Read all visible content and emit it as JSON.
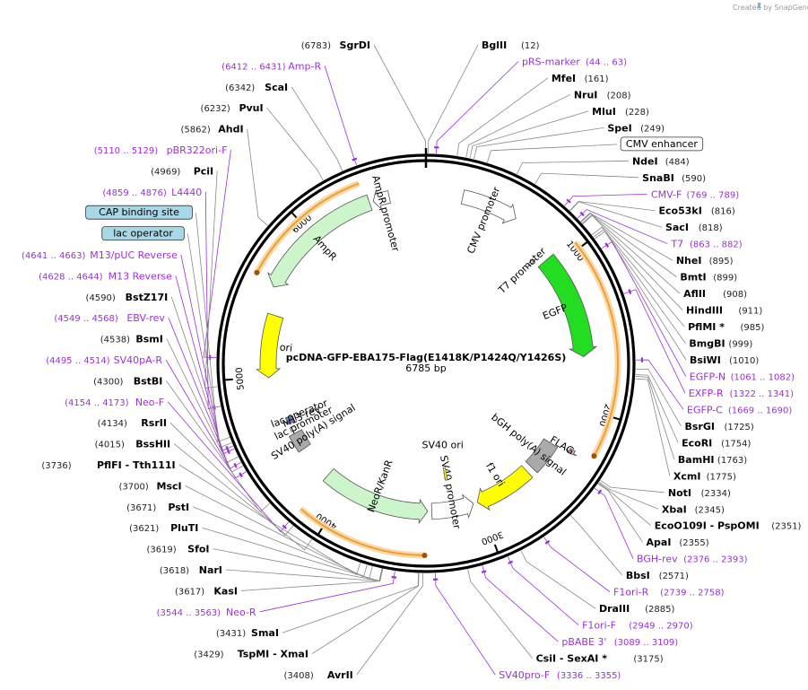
{
  "credit": "Created by SnapGene",
  "plasmid": {
    "name": "pcDNA-GFP-EBA175-Flag(E1418K/P1424Q/Y1426S)",
    "length_label": "6785 bp",
    "length": 6785
  },
  "ticks": [
    {
      "pos": 1000,
      "label": "1000"
    },
    {
      "pos": 2000,
      "label": "2000"
    },
    {
      "pos": 3000,
      "label": "3000"
    },
    {
      "pos": 4000,
      "label": "4000"
    },
    {
      "pos": 5000,
      "label": "5000"
    },
    {
      "pos": 6000,
      "label": "6000"
    }
  ],
  "features": [
    {
      "name": "AmpR promoter",
      "start": 6445,
      "end": 6550,
      "color": "#ffffff",
      "dir": -1,
      "ring": 190,
      "w": 14
    },
    {
      "name": "AmpR",
      "start": 5590,
      "end": 6420,
      "color": "#ccf5cc",
      "dir": -1,
      "ring": 190,
      "w": 18
    },
    {
      "name": "ori",
      "start": 4990,
      "end": 5420,
      "color": "#ffff00",
      "dir": -1,
      "ring": 176,
      "w": 18
    },
    {
      "name": "CMV promoter",
      "start": 235,
      "end": 600,
      "color": "#ffffff",
      "dir": 1,
      "ring": 190,
      "w": 16
    },
    {
      "name": "T7 promoter",
      "start": 863,
      "end": 882,
      "color": "#ffffff",
      "dir": 1,
      "ring": 162,
      "w": 6
    },
    {
      "name": "EGFP",
      "start": 930,
      "end": 1650,
      "color": "#22dd22",
      "dir": 1,
      "ring": 176,
      "w": 22
    },
    {
      "name": "FLAG",
      "start": 2270,
      "end": 2300,
      "color": "#e8a0b8",
      "dir": 1,
      "ring": 190,
      "w": 6
    },
    {
      "name": "bGH poly(A) signal",
      "start": 2310,
      "end": 2535,
      "color": "#aaaaaa",
      "dir": 0,
      "ring": 165,
      "w": 18
    },
    {
      "name": "f1 ori",
      "start": 2580,
      "end": 3010,
      "color": "#ffff00",
      "dir": 1,
      "ring": 165,
      "w": 18
    },
    {
      "name": "SV40 promoter",
      "start": 3040,
      "end": 3350,
      "color": "#ffffff",
      "dir": -1,
      "ring": 165,
      "w": 18
    },
    {
      "name": "SV40 ori",
      "start": 3195,
      "end": 3215,
      "color": "#ffff00",
      "dir": 0,
      "ring": 125,
      "w": 14
    },
    {
      "name": "NeoR/KanR",
      "start": 3380,
      "end": 4170,
      "color": "#ccf5cc",
      "dir": -1,
      "ring": 165,
      "w": 18
    },
    {
      "name": "SV40 poly(A) signal",
      "start": 4430,
      "end": 4560,
      "color": "#aaaaaa",
      "dir": 0,
      "ring": 165,
      "w": 16
    },
    {
      "name": "lac promoter",
      "start": 4580,
      "end": 4610,
      "color": "#ffffff",
      "dir": 0,
      "ring": 165,
      "w": 6
    },
    {
      "name": "M13 rev",
      "start": 4640,
      "end": 4660,
      "color": "#b050ff",
      "dir": 0,
      "ring": 165,
      "w": 8
    },
    {
      "name": "lac operator",
      "start": 4665,
      "end": 4690,
      "color": "#3aa0b0",
      "dir": 0,
      "ring": 165,
      "w": 6
    }
  ],
  "orfs": [
    {
      "start": 5620,
      "end": 6400,
      "dir": -1
    },
    {
      "start": 960,
      "end": 2240,
      "dir": 1
    },
    {
      "start": 3400,
      "end": 4160,
      "dir": -1
    }
  ],
  "labels": [
    {
      "kind": "enzyme",
      "name": "BglII",
      "pos_text": "(12)",
      "site": 12
    },
    {
      "kind": "primer",
      "name": "pRS-marker",
      "pos_text": "(44 .. 63)",
      "site": 53
    },
    {
      "kind": "enzyme",
      "name": "MfeI",
      "pos_text": "(161)",
      "site": 161
    },
    {
      "kind": "enzyme",
      "name": "NruI",
      "pos_text": "(208)",
      "site": 208
    },
    {
      "kind": "enzyme",
      "name": "MluI",
      "pos_text": "(228)",
      "site": 228
    },
    {
      "kind": "enzyme",
      "name": "SpeI",
      "pos_text": "(249)",
      "site": 249
    },
    {
      "kind": "boxed",
      "name": "CMV enhancer",
      "pos_text": "",
      "site": 320
    },
    {
      "kind": "enzyme",
      "name": "NdeI",
      "pos_text": "(484)",
      "site": 484
    },
    {
      "kind": "enzyme",
      "name": "SnaBI",
      "pos_text": "(590)",
      "site": 590
    },
    {
      "kind": "primer",
      "name": "CMV-F",
      "pos_text": "(769 .. 789)",
      "site": 779
    },
    {
      "kind": "enzyme",
      "name": "Eco53kI",
      "pos_text": "(816)",
      "site": 816
    },
    {
      "kind": "enzyme",
      "name": "SacI",
      "pos_text": "(818)",
      "site": 818
    },
    {
      "kind": "primer",
      "name": "T7",
      "pos_text": "(863 .. 882)",
      "site": 872
    },
    {
      "kind": "enzyme",
      "name": "NheI",
      "pos_text": "(895)",
      "site": 895
    },
    {
      "kind": "enzyme",
      "name": "BmtI",
      "pos_text": "(899)",
      "site": 899
    },
    {
      "kind": "enzyme",
      "name": "AflII",
      "pos_text": "(908)",
      "site": 908
    },
    {
      "kind": "enzyme",
      "name": "HindIII",
      "pos_text": "(911)",
      "site": 911
    },
    {
      "kind": "enzyme",
      "name": "PflMI *",
      "pos_text": "(985)",
      "site": 985
    },
    {
      "kind": "enzyme",
      "name": "BmgBI",
      "pos_text": "(999)",
      "site": 999
    },
    {
      "kind": "enzyme",
      "name": "BsiWI",
      "pos_text": "(1010)",
      "site": 1010
    },
    {
      "kind": "primer",
      "name": "EGFP-N",
      "pos_text": "(1061 .. 1082)",
      "site": 1071
    },
    {
      "kind": "primer",
      "name": "EXFP-R",
      "pos_text": "(1322 .. 1341)",
      "site": 1331
    },
    {
      "kind": "primer",
      "name": "EGFP-C",
      "pos_text": "(1669 .. 1690)",
      "site": 1679
    },
    {
      "kind": "enzyme",
      "name": "BsrGI",
      "pos_text": "(1725)",
      "site": 1725
    },
    {
      "kind": "enzyme",
      "name": "EcoRI",
      "pos_text": "(1754)",
      "site": 1754
    },
    {
      "kind": "enzyme",
      "name": "BamHI",
      "pos_text": "(1763)",
      "site": 1763
    },
    {
      "kind": "enzyme",
      "name": "XcmI",
      "pos_text": "(1775)",
      "site": 1775
    },
    {
      "kind": "enzyme",
      "name": "NotI",
      "pos_text": "(2334)",
      "site": 2334
    },
    {
      "kind": "enzyme",
      "name": "XbaI",
      "pos_text": "(2345)",
      "site": 2345
    },
    {
      "kind": "enzyme",
      "name": "EcoO109I - PspOMI",
      "pos_text": "(2351)",
      "site": 2351
    },
    {
      "kind": "enzyme",
      "name": "ApaI",
      "pos_text": "(2355)",
      "site": 2355
    },
    {
      "kind": "primer",
      "name": "BGH-rev",
      "pos_text": "(2376 .. 2393)",
      "site": 2384
    },
    {
      "kind": "enzyme",
      "name": "BbsI",
      "pos_text": "(2571)",
      "site": 2571
    },
    {
      "kind": "primer",
      "name": "F1ori-R",
      "pos_text": "(2739 .. 2758)",
      "site": 2748
    },
    {
      "kind": "enzyme",
      "name": "DraIII",
      "pos_text": "(2885)",
      "site": 2885
    },
    {
      "kind": "primer",
      "name": "F1ori-F",
      "pos_text": "(2949 .. 2970)",
      "site": 2959
    },
    {
      "kind": "primer",
      "name": "pBABE 3'",
      "pos_text": "(3089 .. 3109)",
      "site": 3099
    },
    {
      "kind": "enzyme",
      "name": "CsiI - SexAI *",
      "pos_text": "(3175)",
      "site": 3175
    },
    {
      "kind": "primer",
      "name": "SV40pro-F",
      "pos_text": "(3336 .. 3355)",
      "site": 3345
    },
    {
      "kind": "enzyme",
      "name": "AvrII",
      "pos_text": "(3408)",
      "site": 3408
    },
    {
      "kind": "enzyme",
      "name": "TspMI - XmaI",
      "pos_text": "(3429)",
      "site": 3429
    },
    {
      "kind": "enzyme",
      "name": "SmaI",
      "pos_text": "(3431)",
      "site": 3431
    },
    {
      "kind": "primer",
      "name": "Neo-R",
      "pos_text": "(3544 .. 3563)",
      "site": 3553
    },
    {
      "kind": "enzyme",
      "name": "KasI",
      "pos_text": "(3617)",
      "site": 3617
    },
    {
      "kind": "enzyme",
      "name": "NarI",
      "pos_text": "(3618)",
      "site": 3618
    },
    {
      "kind": "enzyme",
      "name": "SfoI",
      "pos_text": "(3619)",
      "site": 3619
    },
    {
      "kind": "enzyme",
      "name": "PluTI",
      "pos_text": "(3621)",
      "site": 3621
    },
    {
      "kind": "enzyme",
      "name": "PstI",
      "pos_text": "(3671)",
      "site": 3671
    },
    {
      "kind": "enzyme",
      "name": "MscI",
      "pos_text": "(3700)",
      "site": 3700
    },
    {
      "kind": "enzyme",
      "name": "PflFI - Tth111I",
      "pos_text": "(3736)",
      "site": 3736
    },
    {
      "kind": "enzyme",
      "name": "BssHII",
      "pos_text": "(4015)",
      "site": 4015
    },
    {
      "kind": "enzyme",
      "name": "RsrII",
      "pos_text": "(4134)",
      "site": 4134
    },
    {
      "kind": "primer",
      "name": "Neo-F",
      "pos_text": "(4154 .. 4173)",
      "site": 4163
    },
    {
      "kind": "enzyme",
      "name": "BstBI",
      "pos_text": "(4300)",
      "site": 4300
    },
    {
      "kind": "primer",
      "name": "SV40pA-R",
      "pos_text": "(4495 .. 4514)",
      "site": 4504
    },
    {
      "kind": "enzyme",
      "name": "BsmI",
      "pos_text": "(4538)",
      "site": 4538
    },
    {
      "kind": "primer",
      "name": "EBV-rev",
      "pos_text": "(4549 .. 4568)",
      "site": 4558
    },
    {
      "kind": "enzyme",
      "name": "BstZ17I",
      "pos_text": "(4590)",
      "site": 4590
    },
    {
      "kind": "primer",
      "name": "M13 Reverse",
      "pos_text": "(4628 .. 4644)",
      "site": 4636
    },
    {
      "kind": "boxed",
      "name": "lac operator",
      "pos_text": "",
      "site": 4670
    },
    {
      "kind": "primer",
      "name": "M13/pUC Reverse",
      "pos_text": "(4641 .. 4663)",
      "site": 4652
    },
    {
      "kind": "boxed",
      "name": "CAP binding site",
      "pos_text": "",
      "site": 4700
    },
    {
      "kind": "primer",
      "name": "L4440",
      "pos_text": "(4859 .. 4876)",
      "site": 4867
    },
    {
      "kind": "enzyme",
      "name": "PciI",
      "pos_text": "(4969)",
      "site": 4969
    },
    {
      "kind": "primer",
      "name": "pBR322ori-F",
      "pos_text": "(5110 .. 5129)",
      "site": 5119
    },
    {
      "kind": "enzyme",
      "name": "AhdI",
      "pos_text": "(5862)",
      "site": 5862
    },
    {
      "kind": "enzyme",
      "name": "PvuI",
      "pos_text": "(6232)",
      "site": 6232
    },
    {
      "kind": "enzyme",
      "name": "ScaI",
      "pos_text": "(6342)",
      "site": 6342
    },
    {
      "kind": "primer",
      "name": "Amp-R",
      "pos_text": "(6412 .. 6431)",
      "site": 6421
    },
    {
      "kind": "enzyme",
      "name": "SgrDI",
      "pos_text": "(6783)",
      "site": 6783
    }
  ],
  "colors": {
    "primer": "#9b30d9",
    "backbone": "#000000",
    "orf": "#f0a030",
    "boxed_fill": "#a8d8e8"
  }
}
